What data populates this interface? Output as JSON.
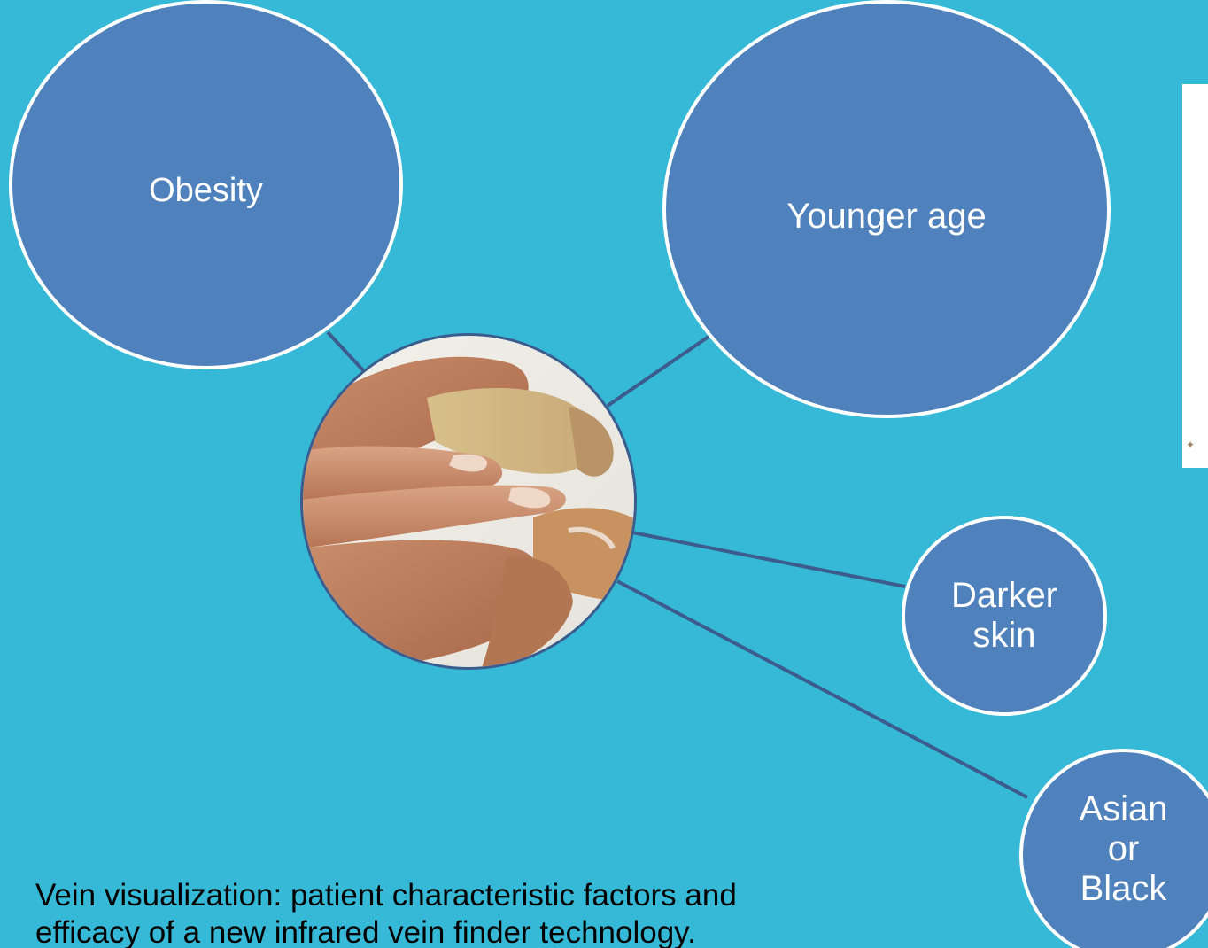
{
  "slide": {
    "background": "#35b9d6"
  },
  "diagram": {
    "center_image": "hand-photo",
    "factors": [
      {
        "id": "obesity",
        "label": "Obesity"
      },
      {
        "id": "younger-age",
        "label": "Younger age"
      },
      {
        "id": "darker-skin",
        "label": "Darker\nskin"
      },
      {
        "id": "asian-or-black",
        "label": "Asian\nor\nBlack"
      }
    ],
    "bubble_fill": "#4f81bd",
    "bubble_border": "#ffffff",
    "connector_color": "#3b5c8c"
  },
  "caption": {
    "line1": "Vein visualization: patient characteristic factors and",
    "line2": "efficacy of a new infrared vein finder technology."
  }
}
